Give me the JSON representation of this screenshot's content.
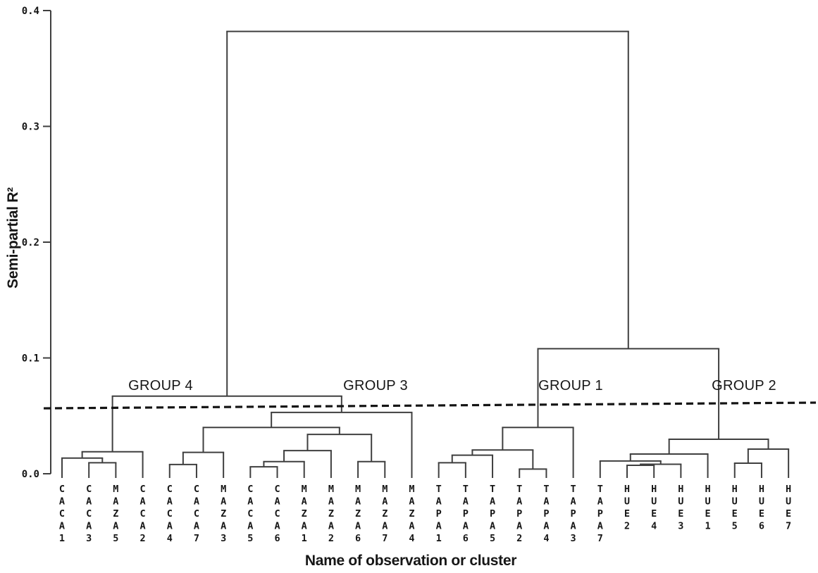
{
  "chart_data": {
    "type": "dendrogram",
    "title": "",
    "ylabel": "Semi-partial R²",
    "xlabel": "Name of observation or cluster",
    "yticks": [
      "0.0",
      "0.1",
      "0.2",
      "0.3",
      "0.4"
    ],
    "ylim": [
      0.0,
      0.4
    ],
    "grid": false,
    "legend": "none",
    "leaves": [
      "CACA1",
      "CACA3",
      "MAZA5",
      "CACA2",
      "CACA4",
      "CACA7",
      "MAZA3",
      "CACA5",
      "CACA6",
      "MAZA1",
      "MAZA2",
      "MAZA6",
      "MAZA7",
      "MAZA4",
      "TAPA1",
      "TAPA6",
      "TAPA5",
      "TAPA2",
      "TAPA4",
      "TAPA3",
      "TAPA7",
      "HUE2",
      "HUE4",
      "HUE3",
      "HUE1",
      "HUE5",
      "HUE6",
      "HUE7"
    ],
    "merges": [
      {
        "id": "g4a",
        "a": "CACA3",
        "b": "MAZA5",
        "h": 0.0095
      },
      {
        "id": "g4b",
        "a": "CACA1",
        "b": "g4a",
        "h": 0.0135
      },
      {
        "id": "g4",
        "a": "g4b",
        "b": "CACA2",
        "h": 0.019
      },
      {
        "id": "g3a",
        "a": "CACA4",
        "b": "CACA7",
        "h": 0.008
      },
      {
        "id": "g3b",
        "a": "g3a",
        "b": "MAZA3",
        "h": 0.0185
      },
      {
        "id": "g3c",
        "a": "CACA5",
        "b": "CACA6",
        "h": 0.006
      },
      {
        "id": "g3d",
        "a": "g3c",
        "b": "MAZA1",
        "h": 0.0105
      },
      {
        "id": "g3e",
        "a": "g3d",
        "b": "MAZA2",
        "h": 0.02
      },
      {
        "id": "g3f",
        "a": "MAZA6",
        "b": "MAZA7",
        "h": 0.0105
      },
      {
        "id": "g3g",
        "a": "g3e",
        "b": "g3f",
        "h": 0.034
      },
      {
        "id": "g3h",
        "a": "g3b",
        "b": "g3g",
        "h": 0.04
      },
      {
        "id": "g3",
        "a": "g3h",
        "b": "MAZA4",
        "h": 0.053
      },
      {
        "id": "g1a",
        "a": "TAPA1",
        "b": "TAPA6",
        "h": 0.0095
      },
      {
        "id": "g1b",
        "a": "g1a",
        "b": "TAPA5",
        "h": 0.016
      },
      {
        "id": "g1c",
        "a": "TAPA2",
        "b": "TAPA4",
        "h": 0.004
      },
      {
        "id": "g1d",
        "a": "g1b",
        "b": "g1c",
        "h": 0.0205
      },
      {
        "id": "g1",
        "a": "g1d",
        "b": "TAPA3",
        "h": 0.04
      },
      {
        "id": "g2a",
        "a": "HUE2",
        "b": "HUE4",
        "h": 0.0073
      },
      {
        "id": "g2b",
        "a": "g2a",
        "b": "HUE3",
        "h": 0.0082
      },
      {
        "id": "g2c",
        "a": "TAPA7",
        "b": "g2b",
        "h": 0.011
      },
      {
        "id": "g2d",
        "a": "g2c",
        "b": "HUE1",
        "h": 0.017
      },
      {
        "id": "g2e",
        "a": "HUE5",
        "b": "HUE6",
        "h": 0.0091
      },
      {
        "id": "g2f",
        "a": "g2e",
        "b": "HUE7",
        "h": 0.0213
      },
      {
        "id": "g2",
        "a": "g2d",
        "b": "g2f",
        "h": 0.0298
      },
      {
        "id": "groupL",
        "a": "g4",
        "b": "g3",
        "h": 0.067
      },
      {
        "id": "groupR",
        "a": "g1",
        "b": "g2",
        "h": 0.108
      },
      {
        "id": "root",
        "a": "groupL",
        "b": "groupR",
        "h": 0.382
      }
    ],
    "group_labels": [
      {
        "label": "GROUP 4",
        "x": 228
      },
      {
        "label": "GROUP 3",
        "x": 533
      },
      {
        "label": "GROUP 1",
        "x": 810
      },
      {
        "label": "GROUP 2",
        "x": 1056
      }
    ],
    "cutline": {
      "style": "dashed",
      "value_left": 0.0565,
      "value_right": 0.0614
    },
    "colors": {
      "line": "#3f3f3f",
      "cutline": "#141414",
      "text": "#161616",
      "background": "#ffffff"
    }
  }
}
